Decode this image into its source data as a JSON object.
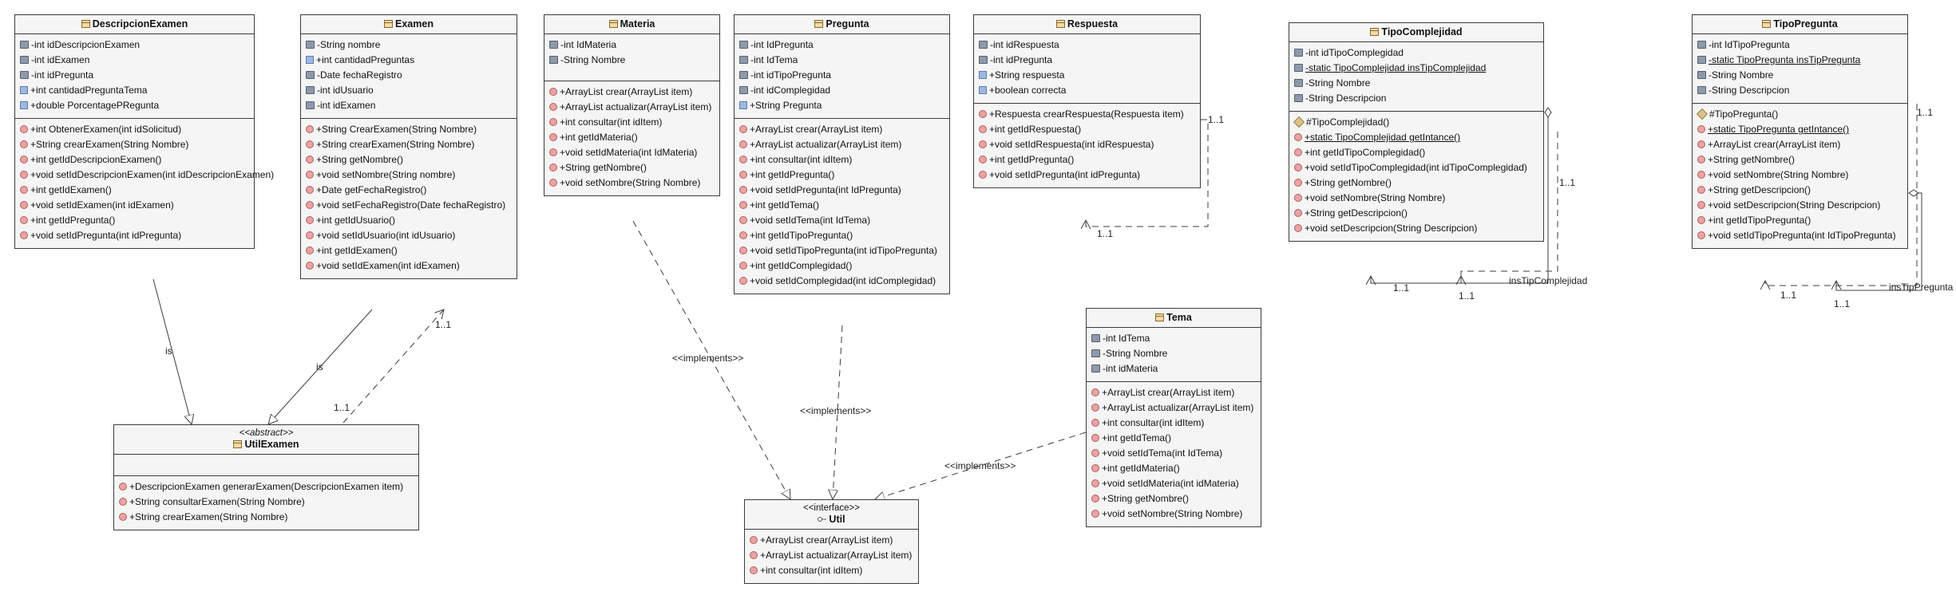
{
  "classes": {
    "descripcion": {
      "name": "DescripcionExamen",
      "attrs": [
        "-int idDescripcionExamen",
        "-int idExamen",
        "-int idPregunta",
        "+int cantidadPreguntaTema",
        "+double PorcentagePRegunta"
      ],
      "ops": [
        "+int ObtenerExamen(int idSolicitud)",
        "+String crearExamen(String Nombre)",
        "+int getIdDescripcionExamen()",
        "+void setIdDescripcionExamen(int idDescripcionExamen)",
        "+int getIdExamen()",
        "+void setIdExamen(int idExamen)",
        "+int getIdPregunta()",
        "+void setIdPregunta(int idPregunta)"
      ]
    },
    "examen": {
      "name": "Examen",
      "attrs": [
        "-String nombre",
        "+int cantidadPreguntas",
        "-Date fechaRegistro",
        "-int idUsuario",
        "-int idExamen"
      ],
      "ops": [
        "+String CrearExamen(String Nombre)",
        "+String crearExamen(String Nombre)",
        "+String getNombre()",
        "+void setNombre(String nombre)",
        "+Date getFechaRegistro()",
        "+void setFechaRegistro(Date fechaRegistro)",
        "+int getIdUsuario()",
        "+void setIdUsuario(int idUsuario)",
        "+int getIdExamen()",
        "+void setIdExamen(int idExamen)"
      ]
    },
    "materia": {
      "name": "Materia",
      "attrs": [
        "-int IdMateria",
        "-String Nombre"
      ],
      "ops": [
        "+ArrayList crear(ArrayList item)",
        "+ArrayList actualizar(ArrayList item)",
        "+int consultar(int idItem)",
        "+int getIdMateria()",
        "+void setIdMateria(int IdMateria)",
        "+String getNombre()",
        "+void setNombre(String Nombre)"
      ]
    },
    "pregunta": {
      "name": "Pregunta",
      "attrs": [
        "-int IdPregunta",
        "-int IdTema",
        "-int idTipoPregunta",
        "-int idComplegidad",
        "+String Pregunta"
      ],
      "ops": [
        "+ArrayList crear(ArrayList item)",
        "+ArrayList actualizar(ArrayList item)",
        "+int consultar(int idItem)",
        "+int getIdPregunta()",
        "+void setIdPregunta(int IdPregunta)",
        "+int getIdTema()",
        "+void setIdTema(int IdTema)",
        "+int getIdTipoPregunta()",
        "+void setIdTipoPregunta(int idTipoPregunta)",
        "+int getIdComplegidad()",
        "+void setIdComplegidad(int idComplegidad)"
      ]
    },
    "respuesta": {
      "name": "Respuesta",
      "attrs": [
        "-int idRespuesta",
        "-int idPregunta",
        "+String respuesta",
        "+boolean correcta"
      ],
      "ops": [
        "+Respuesta crearRespuesta(Respuesta item)",
        "+int getIdRespuesta()",
        "+void setIdRespuesta(int idRespuesta)",
        "+int getIdPregunta()",
        "+void setIdPregunta(int idPregunta)"
      ]
    },
    "tipoComplejidad": {
      "name": "TipoComplejidad",
      "attrs": [
        "-int idTipoComplegidad",
        "-static TipoComplejidad insTipComplejidad",
        "-String Nombre",
        "-String Descripcion"
      ],
      "ops": [
        "#TipoComplejidad()",
        "+static TipoComplejidad getIntance()",
        "+int getIdTipoComplegidad()",
        "+void setIdTipoComplegidad(int idTipoComplegidad)",
        "+String getNombre()",
        "+void setNombre(String Nombre)",
        "+String getDescripcion()",
        "+void setDescripcion(String Descripcion)"
      ]
    },
    "tipoPregunta": {
      "name": "TipoPregunta",
      "attrs": [
        "-int IdTipoPregunta",
        "-static TipoPregunta insTipPregunta",
        "-String Nombre",
        "-String Descripcion"
      ],
      "ops": [
        "#TipoPregunta()",
        "+static TipoPregunta getIntance()",
        "+ArrayList crear(ArrayList item)",
        "+String getNombre()",
        "+void setNombre(String Nombre)",
        "+String getDescripcion()",
        "+void setDescripcion(String Descripcion)",
        "+int getIdTipoPregunta()",
        "+void setIdTipoPregunta(int IdTipoPregunta)"
      ]
    },
    "tema": {
      "name": "Tema",
      "attrs": [
        "-int IdTema",
        "-String Nombre",
        "-int idMateria"
      ],
      "ops": [
        "+ArrayList crear(ArrayList item)",
        "+ArrayList actualizar(ArrayList item)",
        "+int consultar(int idItem)",
        "+int getIdTema()",
        "+void setIdTema(int IdTema)",
        "+int getIdMateria()",
        "+void setIdMateria(int idMateria)",
        "+String getNombre()",
        "+void setNombre(String Nombre)"
      ]
    },
    "utilExamen": {
      "stereotype": "<<abstract>>",
      "name": "UtilExamen",
      "attrs": [],
      "ops": [
        "+DescripcionExamen generarExamen(DescripcionExamen item)",
        "+String consultarExamen(String Nombre)",
        "+String crearExamen(String Nombre)"
      ]
    },
    "util": {
      "stereotype": "<<interface>>",
      "name": "Util",
      "ops": [
        "+ArrayList crear(ArrayList item)",
        "+ArrayList actualizar(ArrayList item)",
        "+int consultar(int idItem)"
      ]
    }
  },
  "labels": {
    "is1": "is",
    "is2": "is",
    "mult_examen_top": "1..1",
    "mult_examen_bottom": "1..1",
    "impl1": "<<implements>>",
    "impl2": "<<implements>>",
    "impl3": "<<implements>>",
    "resp_self_a": "1..1",
    "resp_self_b": "1..1",
    "tc_a": "1..1",
    "tc_b": "1..1",
    "tc_c": "1..1",
    "tc_role": "insTipComplejidad",
    "tp_a": "1..1",
    "tp_b": "1..1",
    "tp_c": "1..1",
    "tp_role": "insTipPregunta"
  },
  "colors": {
    "border": "#3c3c3c",
    "box": "#f5f5f5",
    "line": "#3c3c3c"
  }
}
